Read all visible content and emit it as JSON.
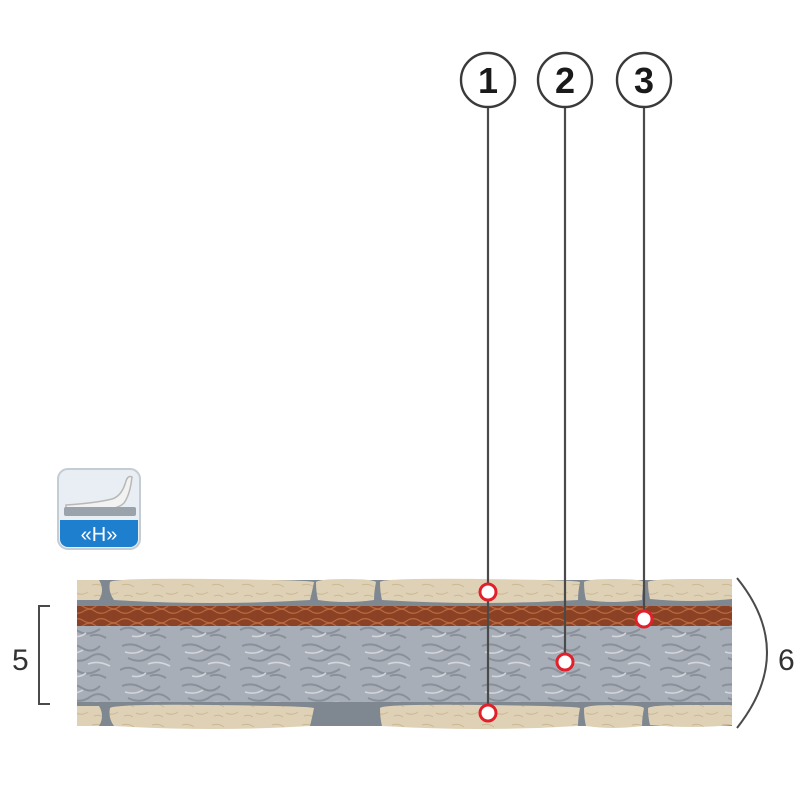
{
  "callouts": [
    {
      "number": "1"
    },
    {
      "number": "2"
    },
    {
      "number": "3"
    }
  ],
  "firmness_badge": {
    "icon": "hand-on-mattress-icon",
    "label": "«H»",
    "color": "#1f7fcf"
  },
  "dimensions": {
    "core_height": "5",
    "total_height": "6"
  },
  "colors": {
    "marker": "#e0202a",
    "leader": "#4a4a4a",
    "quilt": "#dccdb0",
    "coir": "#8a3f22",
    "core": "#aab0b8"
  }
}
